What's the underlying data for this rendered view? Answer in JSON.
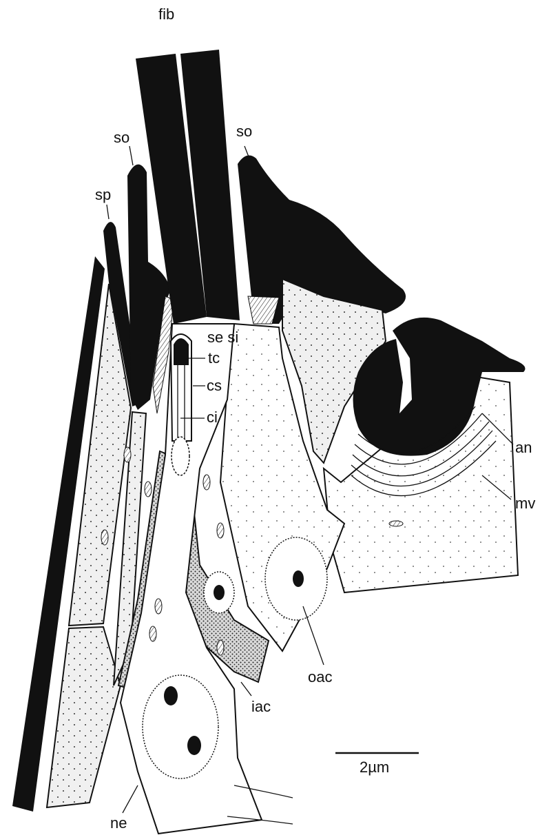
{
  "labels": {
    "fib": "fib",
    "so_left": "so",
    "so_right": "so",
    "sp": "sp",
    "se_si": "se si",
    "tc": "tc",
    "cs": "cs",
    "ci": "ci",
    "an": "an",
    "mv": "mv",
    "oac": "oac",
    "iac": "iac",
    "ne": "ne"
  },
  "scale_bar": {
    "label": "2µm"
  },
  "colors": {
    "cuticle": "#111111",
    "stippled": "#ededed",
    "cell_light": "#ffffff",
    "cell_dark": "#c8c8c8"
  }
}
